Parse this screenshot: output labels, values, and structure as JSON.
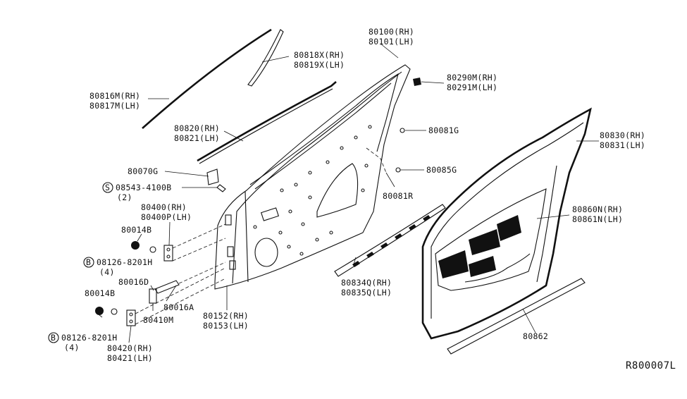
{
  "labels": {
    "p80816": [
      "80816M(RH)",
      "80817M(LH)"
    ],
    "p80818": [
      "80818X(RH)",
      "80819X(LH)"
    ],
    "p80100": [
      "80100(RH)",
      "80101(LH)"
    ],
    "p80290": [
      "80290M(RH)",
      "80291M(LH)"
    ],
    "p80820": [
      "80820(RH)",
      "80821(LH)"
    ],
    "p80081g": "80081G",
    "p80830": [
      "80830(RH)",
      "80831(LH)"
    ],
    "p80070g": "80070G",
    "p80085g": "80085G",
    "p08543": [
      "08543-4100B",
      "(2)"
    ],
    "p80081r": "80081R",
    "p80400": [
      "80400(RH)",
      "80400P(LH)"
    ],
    "p80860": [
      "80860N(RH)",
      "80861N(LH)"
    ],
    "p80014b_upper": "80014B",
    "p08126_upper": [
      "08126-8201H",
      "(4)"
    ],
    "p80016d": "80016D",
    "p80014b_lower": "80014B",
    "p80016a": "80016A",
    "p80410m": "80410M",
    "p80152": [
      "80152(RH)",
      "80153(LH)"
    ],
    "p80834": [
      "80834Q(RH)",
      "80835Q(LH)"
    ],
    "p80862": "80862",
    "p08126_lower": [
      "08126-8201H",
      "(4)"
    ],
    "p80420": [
      "80420(RH)",
      "80421(LH)"
    ]
  },
  "symbols": {
    "screw": "S",
    "bolt": "B"
  },
  "reference_code": "R800007L"
}
